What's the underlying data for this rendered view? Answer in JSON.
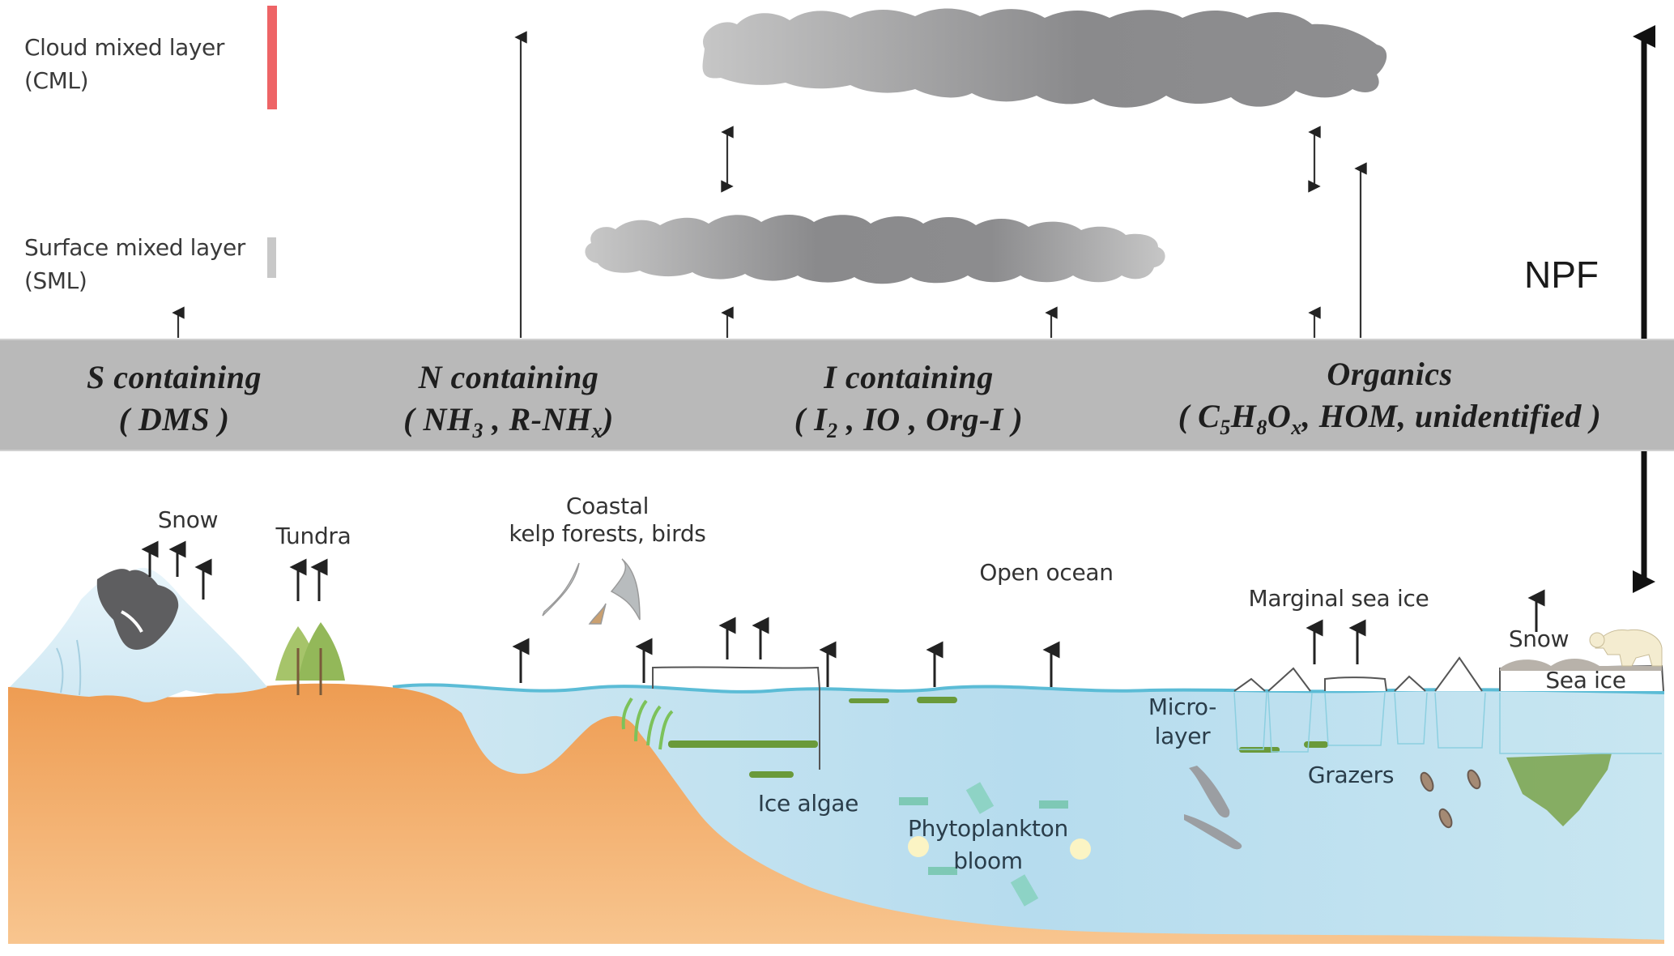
{
  "layers": {
    "cml": {
      "line1": "Cloud mixed layer",
      "line2": "(CML)",
      "color": "#ee6466"
    },
    "sml": {
      "line1": "Surface mixed layer",
      "line2": "(SML)",
      "color": "#c8c8c8"
    }
  },
  "npf_label": "NPF",
  "precursors": [
    {
      "name": "S containing",
      "species": "( DMS )"
    },
    {
      "name": "N containing",
      "species_parts": [
        "( NH",
        "3",
        " , R-NH",
        "x",
        ")"
      ]
    },
    {
      "name": "I containing",
      "species_parts": [
        "( I",
        "2",
        " , IO , Org-I )"
      ]
    },
    {
      "name": "Organics",
      "species_parts": [
        "( C",
        "5",
        "H",
        "8",
        "O",
        "x",
        ", HOM, unidentified )"
      ]
    }
  ],
  "environments": {
    "snow_land": "Snow",
    "tundra": "Tundra",
    "coastal_line1": "Coastal",
    "coastal_line2": "kelp forests, birds",
    "open_ocean": "Open ocean",
    "marginal_sea_ice": "Marginal sea ice",
    "snow_ice": "Snow",
    "sea_ice": "Sea ice",
    "microlayer_line1": "Micro-",
    "microlayer_line2": "layer",
    "ice_algae": "Ice algae",
    "phyto_line1": "Phytoplankton",
    "phyto_line2": "bloom",
    "grazers": "Grazers"
  },
  "colors": {
    "band": "#b9b9b9",
    "land": "#f0a45c",
    "water": "#bfe0ee",
    "water_line": "#5bbcd6",
    "cloud_light": "#c4c4c4",
    "cloud_dark": "#7e7e80",
    "algae": "#6a9a3a"
  }
}
